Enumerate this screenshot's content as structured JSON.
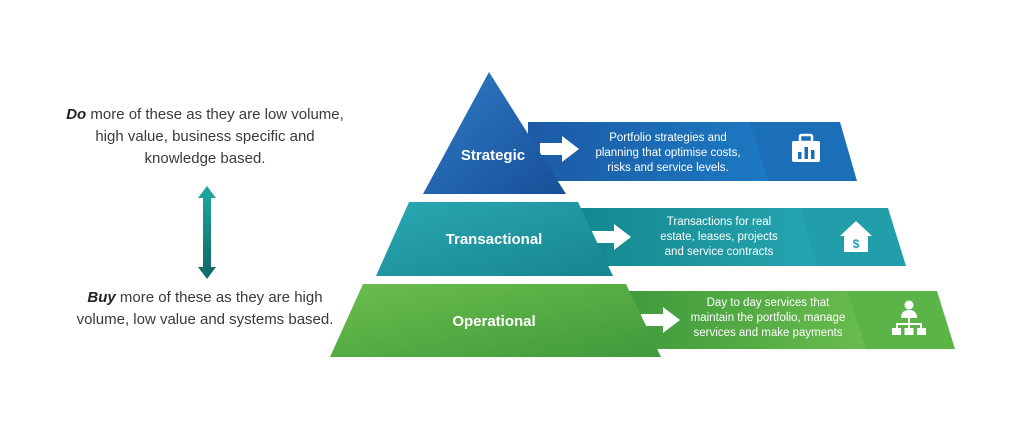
{
  "side": {
    "top_emph": "Do",
    "top_text": " more of these as they are low volume, high value, business specific and knowledge based.",
    "bottom_emph": "Buy",
    "bottom_text": " more of these as they are high volume, low value and systems based."
  },
  "tiers": [
    {
      "label": "Strategic",
      "desc": [
        "Portfolio strategies and",
        "planning that optimise costs,",
        "risks and service levels."
      ],
      "icon": "briefcase-chart-icon",
      "color": "#1b63ae"
    },
    {
      "label": "Transactional",
      "desc": [
        "Transactions for real",
        "estate, leases, projects",
        "and service contracts"
      ],
      "icon": "house-dollar-icon",
      "color": "#1f98a5"
    },
    {
      "label": "Operational",
      "desc": [
        "Day to day services that",
        "maintain the portfolio, manage",
        "services and make payments"
      ],
      "icon": "org-chart-person-icon",
      "color": "#57ad47"
    }
  ]
}
